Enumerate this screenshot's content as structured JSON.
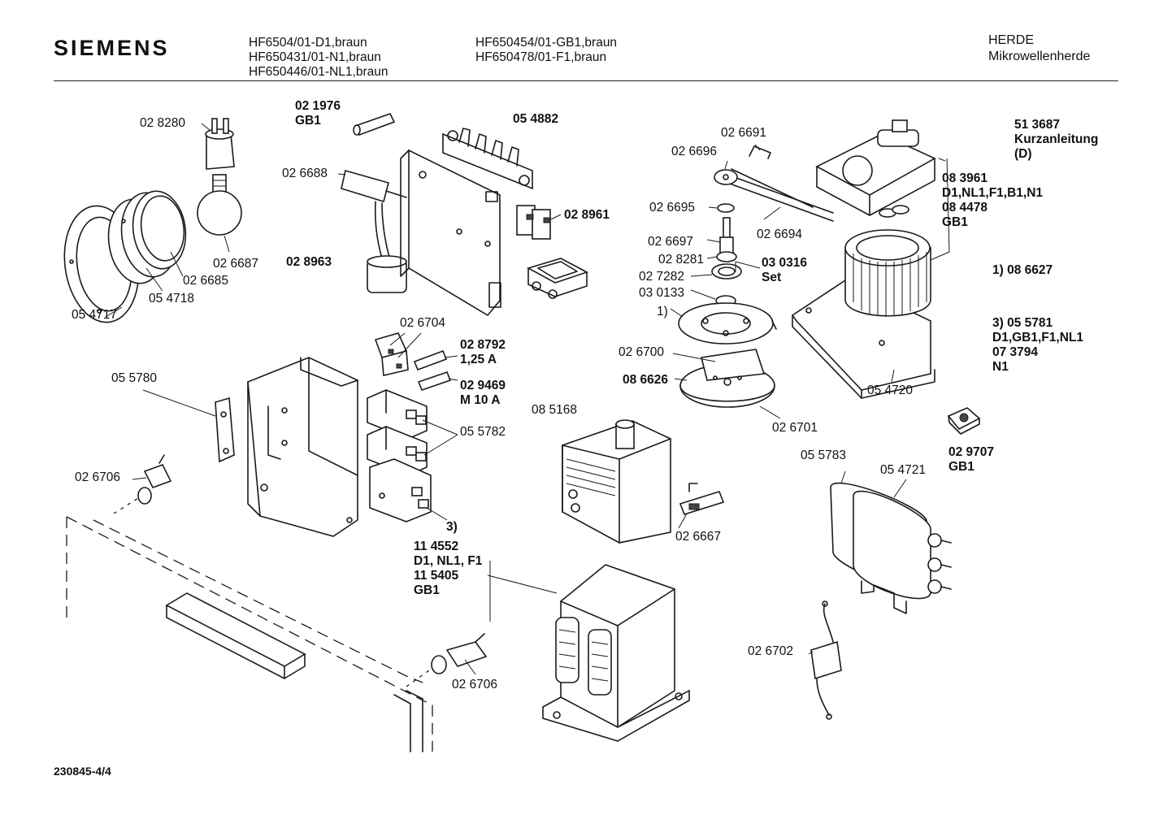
{
  "header": {
    "brand": "SIEMENS",
    "models_col1": [
      "HF6504/01-D1,braun",
      "HF650431/01-N1,braun",
      "HF650446/01-NL1,braun"
    ],
    "models_col2": [
      "HF650454/01-GB1,braun",
      "HF650478/01-F1,braun"
    ],
    "category": "HERDE",
    "subcategory": "Mikrowellenherde"
  },
  "parts": {
    "p028280": "02 8280",
    "p021976": [
      "02 1976",
      "GB1"
    ],
    "p054882": "05 4882",
    "p026691": "02 6691",
    "p026696": "02 6696",
    "p513687": [
      "51 3687",
      "Kurzanleitung",
      "(D)"
    ],
    "p026688": "02 6688",
    "p028961": "02 8961",
    "p026695": "02 6695",
    "p026694": "02 6694",
    "p083961": [
      "08 3961",
      "D1,NL1,F1,B1,N1",
      "08 4478",
      "GB1"
    ],
    "p026697": "02 6697",
    "p028281": "02 8281",
    "p030316": [
      "03 0316",
      "Set"
    ],
    "p027282": "02 7282",
    "p030133": "03 0133",
    "note1_ref": "1)",
    "note1": "1)  08 6627",
    "p026687": "02 6687",
    "p028963": "02 8963",
    "p026685": "02 6685",
    "p054718": "05 4718",
    "p054717": "05 4717",
    "note3": [
      "3)  05 5781",
      "D1,GB1,F1,NL1",
      "07 3794",
      "N1"
    ],
    "p026704": "02 6704",
    "p028792": [
      "02 8792",
      "1,25 A"
    ],
    "p029469": [
      "02 9469",
      "M 10 A"
    ],
    "p026700": "02 6700",
    "p086626": "08 6626",
    "p054720": "05 4720",
    "p055780": "05 5780",
    "p085168": "08 5168",
    "p026701": "02 6701",
    "p055782": "05 5782",
    "p029707": [
      "02 9707",
      "GB1"
    ],
    "p055783": "05 5783",
    "p054721": "05 4721",
    "p026706a": "02 6706",
    "note3_ref": "3)",
    "p026667": "02 6667",
    "p114552": [
      "11 4552",
      "D1, NL1, F1",
      "11 5405",
      "GB1"
    ],
    "p026702": "02 6702",
    "p026706b": "02  6706"
  },
  "footer": {
    "code": "230845-4/4"
  }
}
